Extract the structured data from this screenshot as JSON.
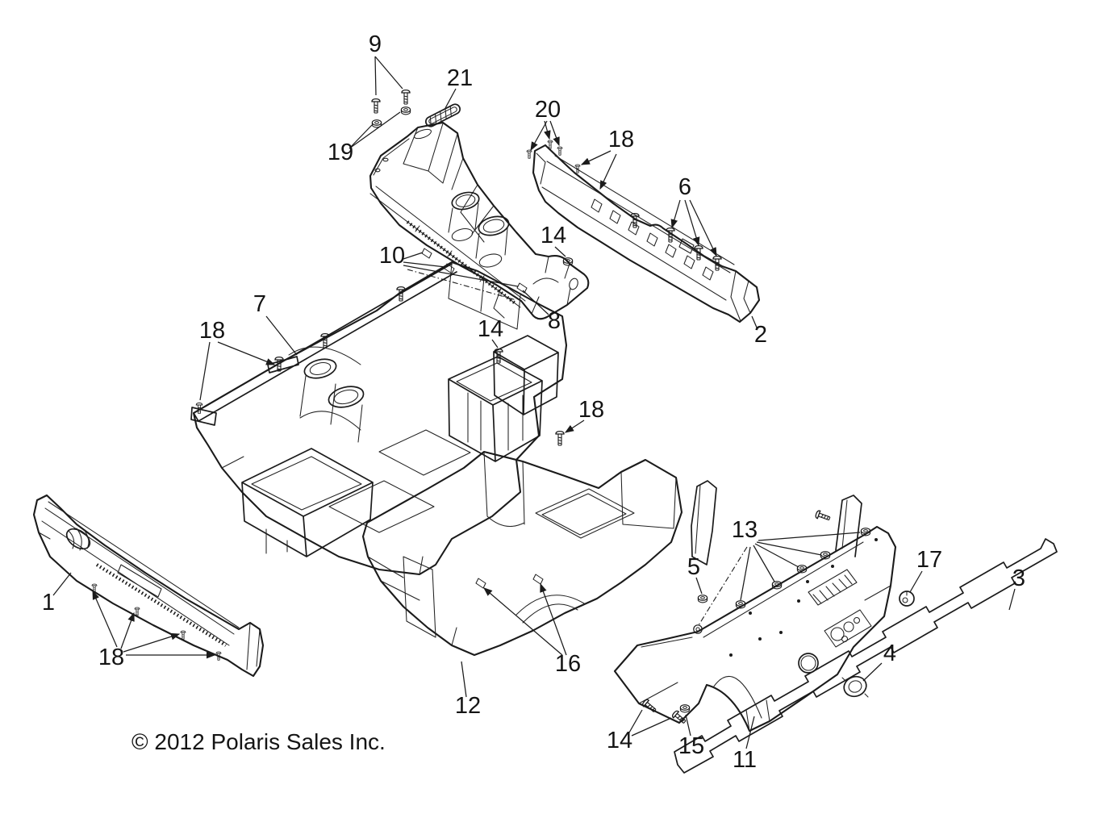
{
  "page": {
    "background": "#ffffff",
    "line_color": "#1b1b1b"
  },
  "diagram": {
    "title": "exploded-parts-view-floor-and-rocker-panels",
    "copyright": "© 2012 Polaris Sales Inc.",
    "callouts": [
      {
        "label": "9"
      },
      {
        "label": "21"
      },
      {
        "label": "19"
      },
      {
        "label": "20"
      },
      {
        "label": "18"
      },
      {
        "label": "6"
      },
      {
        "label": "14"
      },
      {
        "label": "2"
      },
      {
        "label": "10"
      },
      {
        "label": "7"
      },
      {
        "label": "18"
      },
      {
        "label": "14"
      },
      {
        "label": "8"
      },
      {
        "label": "18"
      },
      {
        "label": "1"
      },
      {
        "label": "18"
      },
      {
        "label": "12"
      },
      {
        "label": "16"
      },
      {
        "label": "5"
      },
      {
        "label": "13"
      },
      {
        "label": "17"
      },
      {
        "label": "3"
      },
      {
        "label": "4"
      },
      {
        "label": "14"
      },
      {
        "label": "15"
      },
      {
        "label": "11"
      }
    ]
  }
}
